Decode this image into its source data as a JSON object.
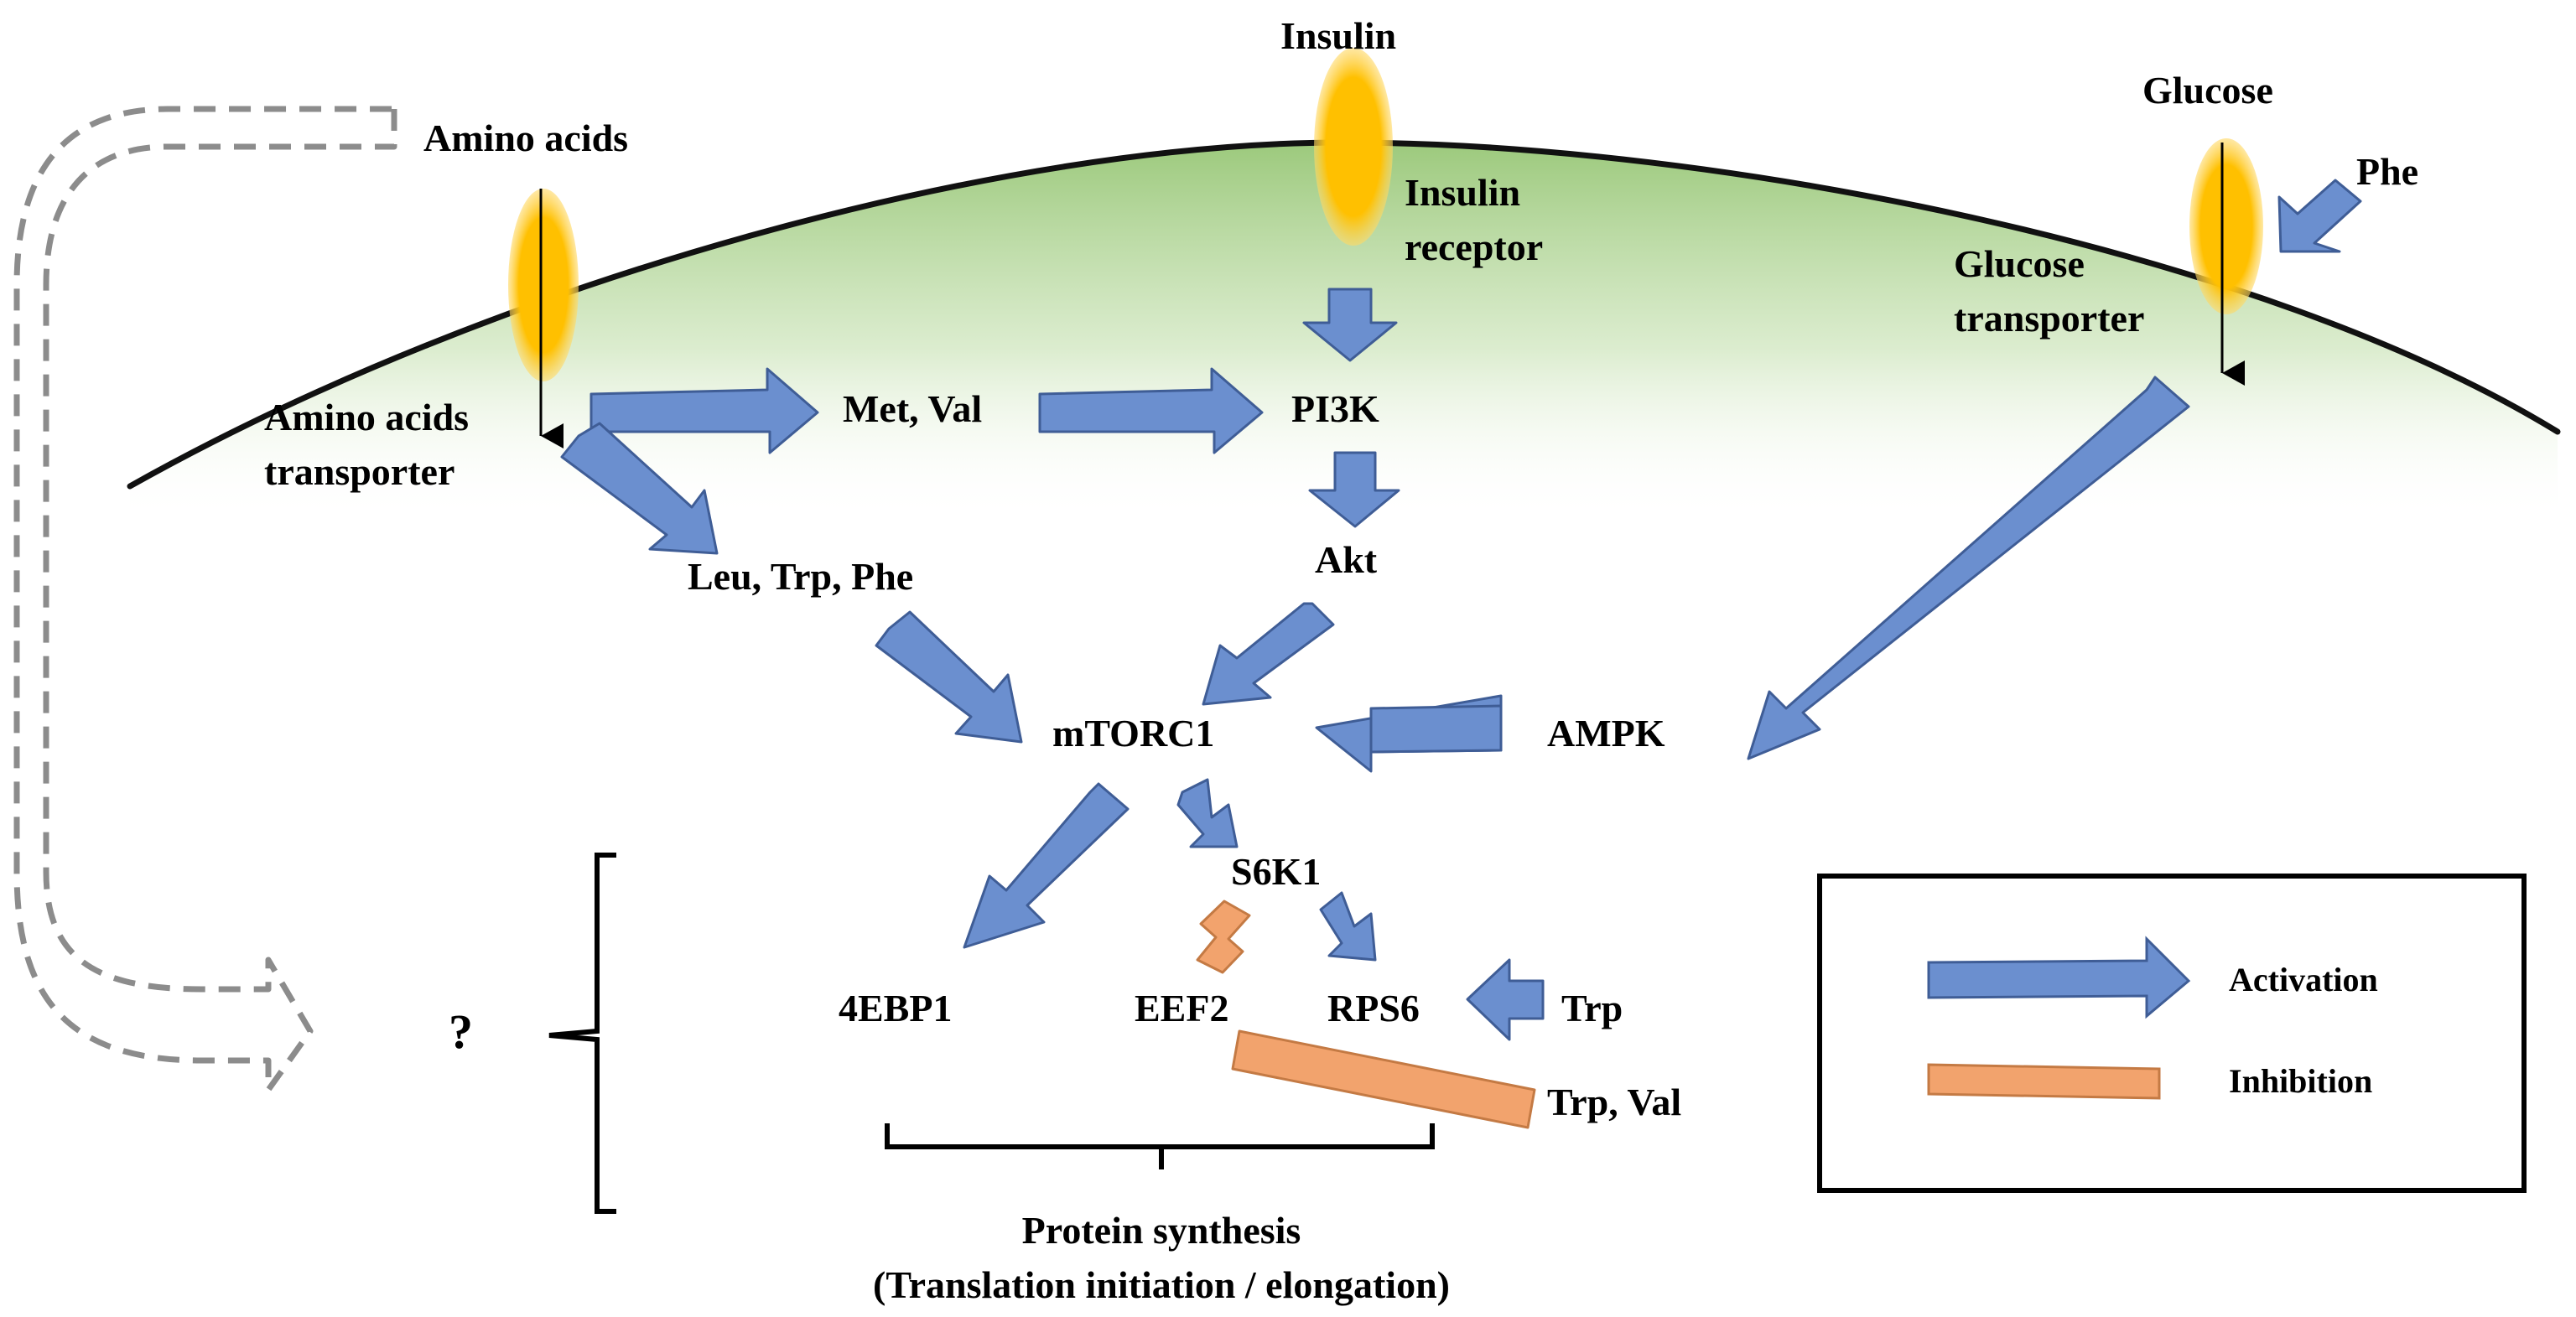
{
  "colors": {
    "activation_arrow": "#6b8fcf",
    "activation_arrow_stroke": "#3f5d96",
    "inhibition_bar": "#f2a36d",
    "inhibition_bar_stroke": "#c47a44",
    "membrane_green": "#9cc97c",
    "transporter": "#ffc000",
    "feedback_dash": "#8c8c8c"
  },
  "labels": {
    "insulin": "Insulin",
    "glucose": "Glucose",
    "amino_acids": "Amino  acids",
    "phe": "Phe",
    "insulin_receptor_1": "Insulin",
    "insulin_receptor_2": "receptor",
    "glucose_transporter_1": "Glucose",
    "glucose_transporter_2": "transporter",
    "aa_transporter_1": "Amino  acids",
    "aa_transporter_2": "transporter",
    "met_val": "Met, Val",
    "pi3k": "PI3K",
    "akt": "Akt",
    "leu_trp_phe": "Leu, Trp,  Phe",
    "mtorc1": "mTORC1",
    "ampk": "AMPK",
    "s6k1": "S6K1",
    "fourebp1": "4EBP1",
    "eef2": "EEF2",
    "rps6": "RPS6",
    "trp": "Trp",
    "trp_val": "Trp,  Val",
    "unknown": "?",
    "protein_synthesis_1": "Protein synthesis",
    "protein_synthesis_2": "(Translation  initiation  /  elongation)"
  },
  "legend": {
    "activation": "Activation",
    "inhibition": "Inhibition"
  }
}
